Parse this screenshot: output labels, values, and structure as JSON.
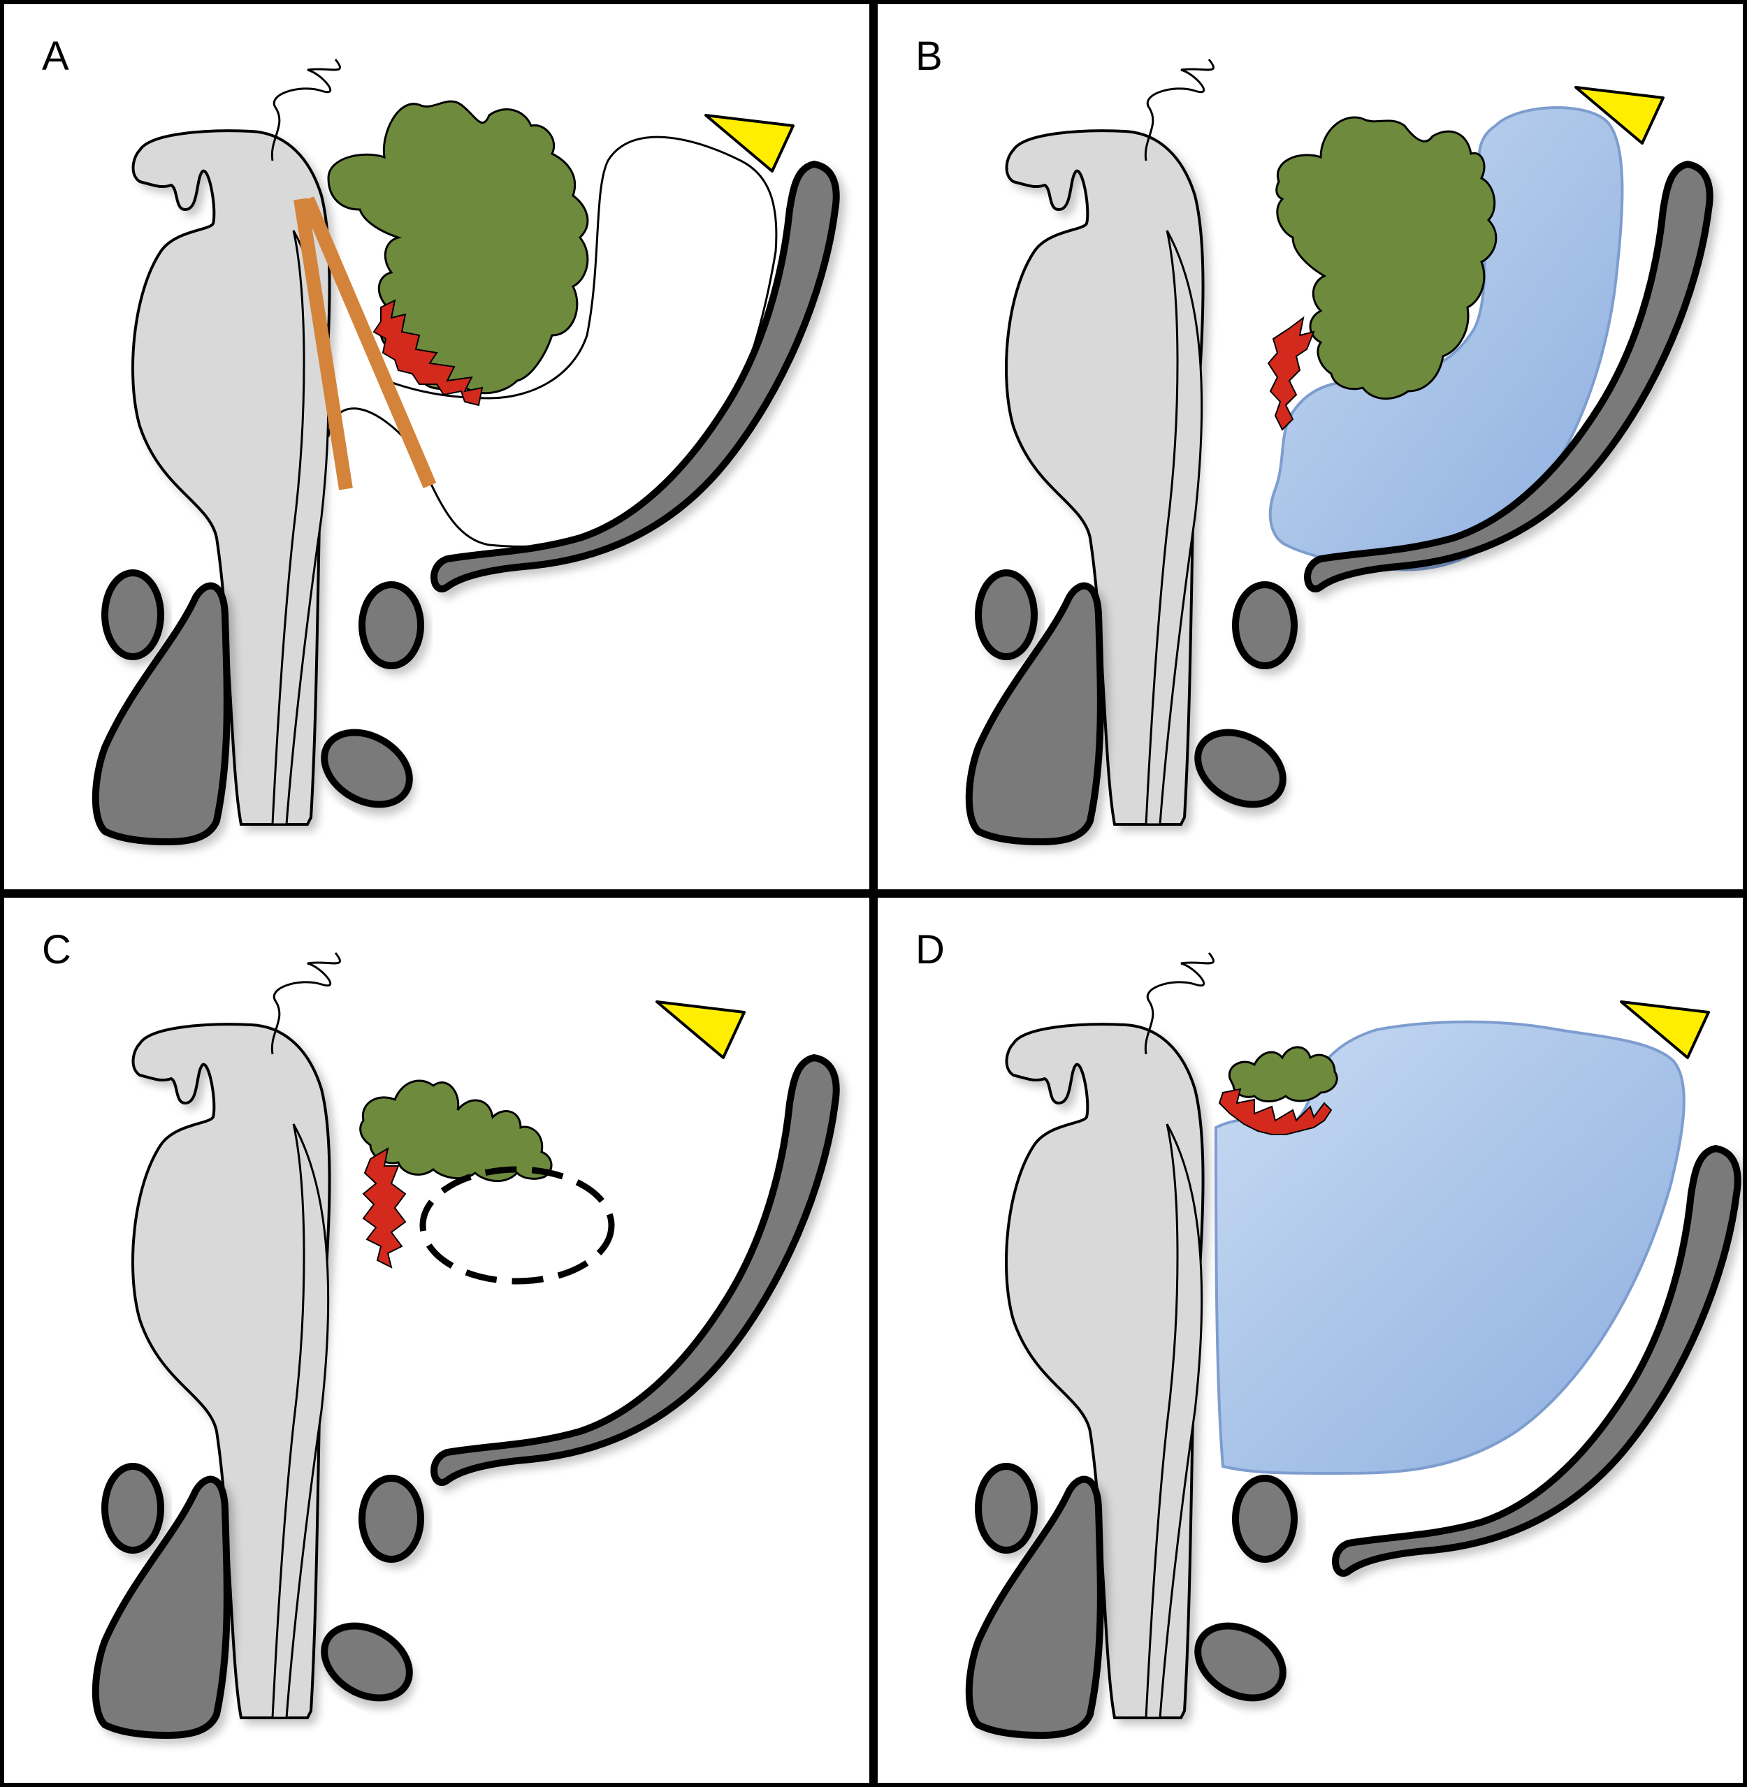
{
  "panels": [
    {
      "id": "A",
      "label": "A"
    },
    {
      "id": "B",
      "label": "B"
    },
    {
      "id": "C",
      "label": "C"
    },
    {
      "id": "D",
      "label": "D"
    }
  ],
  "colors": {
    "brainstem": "#d9d9d9",
    "bone": "#7a7a7a",
    "cerebellum": "#6e8a3c",
    "choroid_plexus": "#d42a1e",
    "cyst_fluid": "#a9c4e8",
    "marker": "#ffee00",
    "band": "#d4843a",
    "outline": "#000000",
    "frame": "#000000"
  },
  "icons": {
    "marker": "yellow-triangle-icon"
  }
}
